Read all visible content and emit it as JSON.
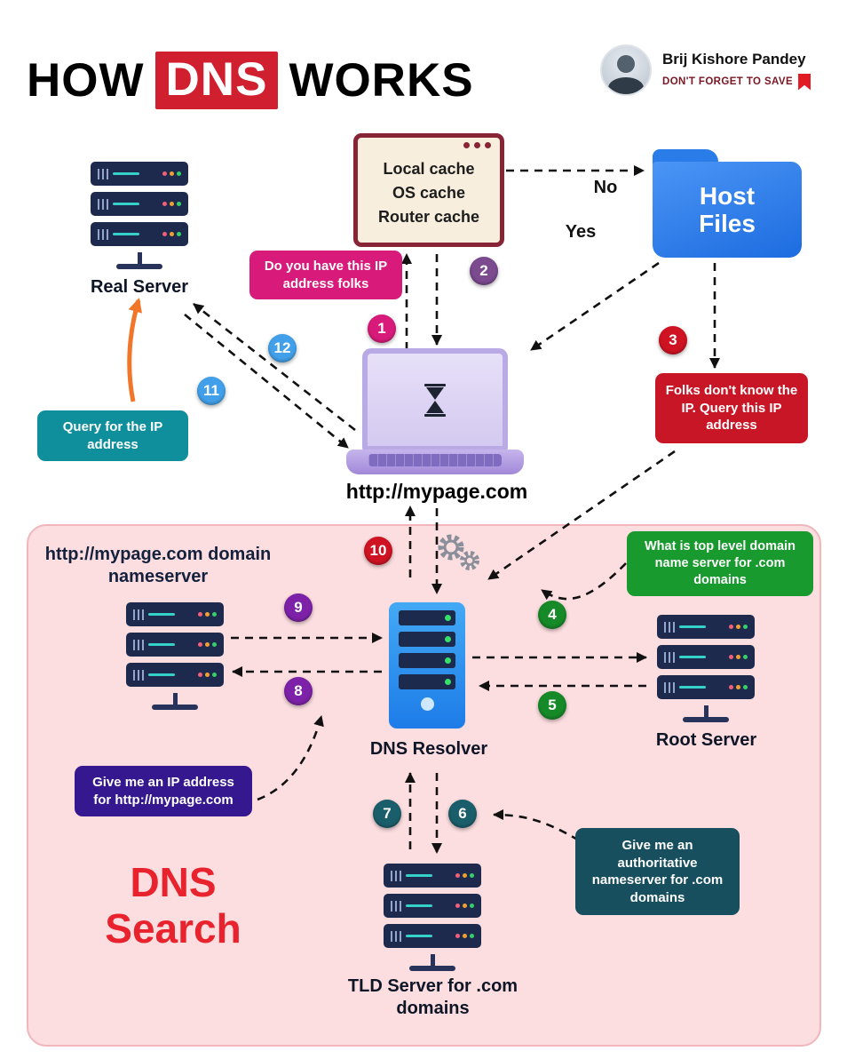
{
  "header": {
    "title_word1": "HOW",
    "title_word2": "DNS",
    "title_word3": "WORKS",
    "author_name": "Brij Kishore Pandey",
    "save_note": "DON'T FORGET TO SAVE"
  },
  "cache_box": {
    "lines": [
      "Local cache",
      "OS cache",
      "Router cache"
    ]
  },
  "folder": {
    "label": "Host Files"
  },
  "decision": {
    "no": "No",
    "yes": "Yes"
  },
  "nodes": {
    "real_server": "Real Server",
    "laptop_url": "http://mypage.com",
    "nameserver_title": "http://mypage.com domain nameserver",
    "dns_resolver": "DNS Resolver",
    "root_server": "Root Server",
    "tld_server": "TLD Server for .com domains",
    "dns_search": "DNS Search"
  },
  "callouts": {
    "do_you_have": {
      "text": "Do you have this IP address folks",
      "color": "#d81b7b"
    },
    "folks_dont_know": {
      "text": "Folks don't know the IP. Query this IP address",
      "color": "#c81626"
    },
    "query_ip": {
      "text": "Query for the IP address",
      "color": "#0e8f9b"
    },
    "what_is_tld": {
      "text": "What is top level domain name server for .com domains",
      "color": "#189a2e"
    },
    "give_me_ip": {
      "text": "Give me an IP address for http://mypage.com",
      "color": "#35188f"
    },
    "give_me_auth": {
      "text": "Give me an authoritative nameserver for .com domains",
      "color": "#174f5e"
    }
  },
  "badges": [
    {
      "n": "1",
      "color": "#d81b7b"
    },
    {
      "n": "2",
      "color": "#7b4a8f"
    },
    {
      "n": "3",
      "color": "#cf1322"
    },
    {
      "n": "4",
      "color": "#168a28"
    },
    {
      "n": "5",
      "color": "#168a28"
    },
    {
      "n": "6",
      "color": "#1b5e6b"
    },
    {
      "n": "7",
      "color": "#1b5e6b"
    },
    {
      "n": "8",
      "color": "#7d22a8"
    },
    {
      "n": "9",
      "color": "#7d22a8"
    },
    {
      "n": "10",
      "color": "#cf1322"
    },
    {
      "n": "11",
      "color": "#42a0ea"
    },
    {
      "n": "12",
      "color": "#42a0ea"
    }
  ],
  "icons": {
    "gears": "gears-icon",
    "bookmark": "bookmark-icon",
    "hourglass": "hourglass-icon",
    "avatar": "author-avatar"
  },
  "colors": {
    "title_highlight_bg": "#d01f2f",
    "panel_bg": "#fcdee0",
    "panel_border": "#f0b6bb",
    "server_navy": "#1e2a4d",
    "resolver_blue": "#2f9bf0",
    "folder_blue": "#2a7ce8",
    "dns_search_red": "#e8232e",
    "arrow_black": "#111111",
    "arrow_orange": "#f2762a"
  }
}
